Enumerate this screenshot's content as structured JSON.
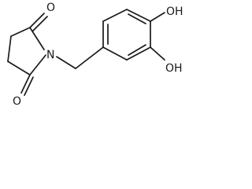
{
  "molecule": {
    "atoms": {
      "carbonyl_oxygen_top": "O",
      "carbonyl_oxygen_bottom": "O",
      "ring_nitrogen": "N",
      "hydroxyl_top": "OH",
      "hydroxyl_bottom": "OH"
    }
  },
  "colors": {
    "bond": "#1a1a1a",
    "label": "#1a1a1a",
    "background": "#ffffff"
  }
}
